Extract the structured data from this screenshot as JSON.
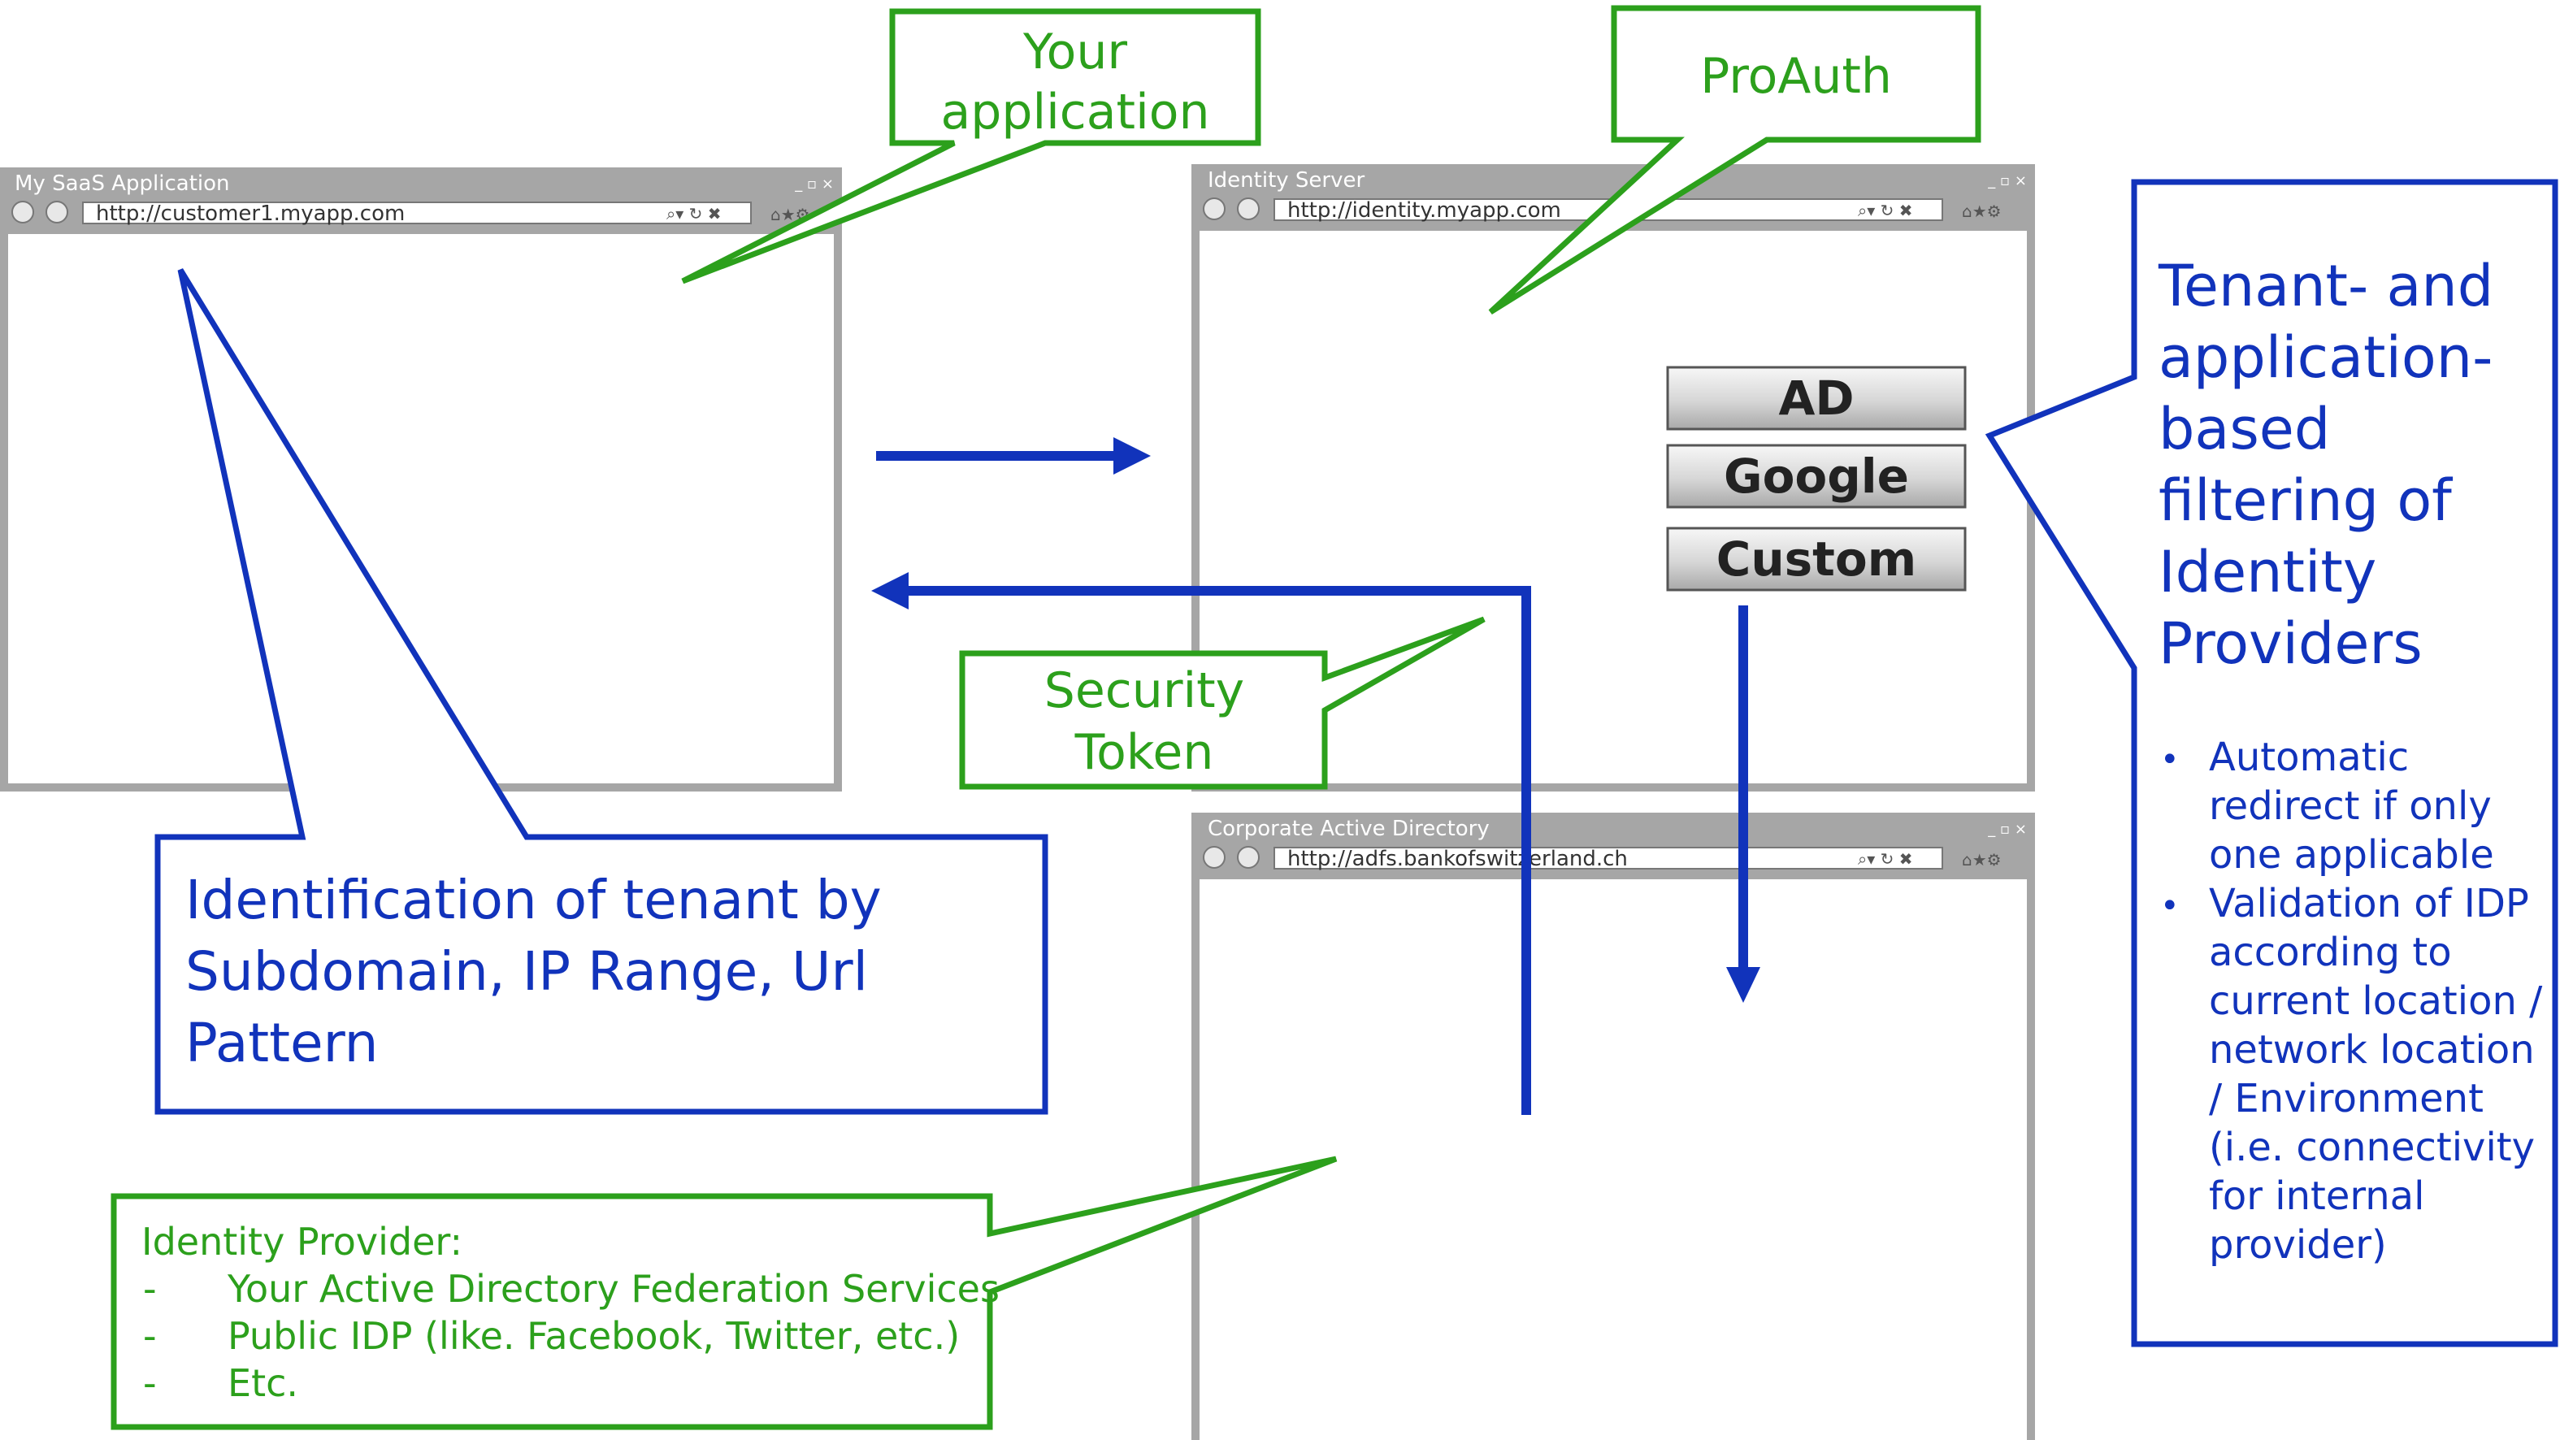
{
  "windows": {
    "saas": {
      "title": "My SaaS Application",
      "url": "http://customer1.myapp.com"
    },
    "identity": {
      "title": "Identity Server",
      "url": "http://identity.myapp.com"
    },
    "corporate": {
      "title": "Corporate Active Directory",
      "url": "http://adfs.bankofswitzerland.ch"
    }
  },
  "window_controls": "_ ▫ ×",
  "callouts": {
    "your_app": {
      "line1": "Your",
      "line2": "application"
    },
    "proauth": {
      "text": "ProAuth"
    },
    "security_token": {
      "line1": "Security",
      "line2": "Token"
    },
    "tenant_identification": {
      "line1": "Identification of tenant by",
      "line2": "Subdomain, IP Range, Url",
      "line3": "Pattern"
    },
    "filtering": {
      "lines": [
        "Tenant- and",
        "application-",
        "based",
        "filtering of",
        "Identity",
        "Providers"
      ],
      "bullet_char": "•",
      "bullet1": [
        "Automatic",
        "redirect if only",
        "one applicable"
      ],
      "bullet2": [
        "Validation of IDP",
        "according to",
        "current location /",
        "network location",
        "/ Environment",
        "(i.e. connectivity",
        "for internal",
        "provider)"
      ]
    },
    "identity_provider": {
      "heading": "Identity Provider:",
      "dash": "-",
      "items": [
        "Your Active Directory Federation Services",
        "Public IDP (like. Facebook, Twitter, etc.)",
        "Etc."
      ]
    }
  },
  "provider_buttons": [
    "AD",
    "Google",
    "Custom"
  ],
  "colors": {
    "green": "#2ca01c",
    "blue": "#1133bb",
    "window_gray": "#a6a6a6"
  }
}
